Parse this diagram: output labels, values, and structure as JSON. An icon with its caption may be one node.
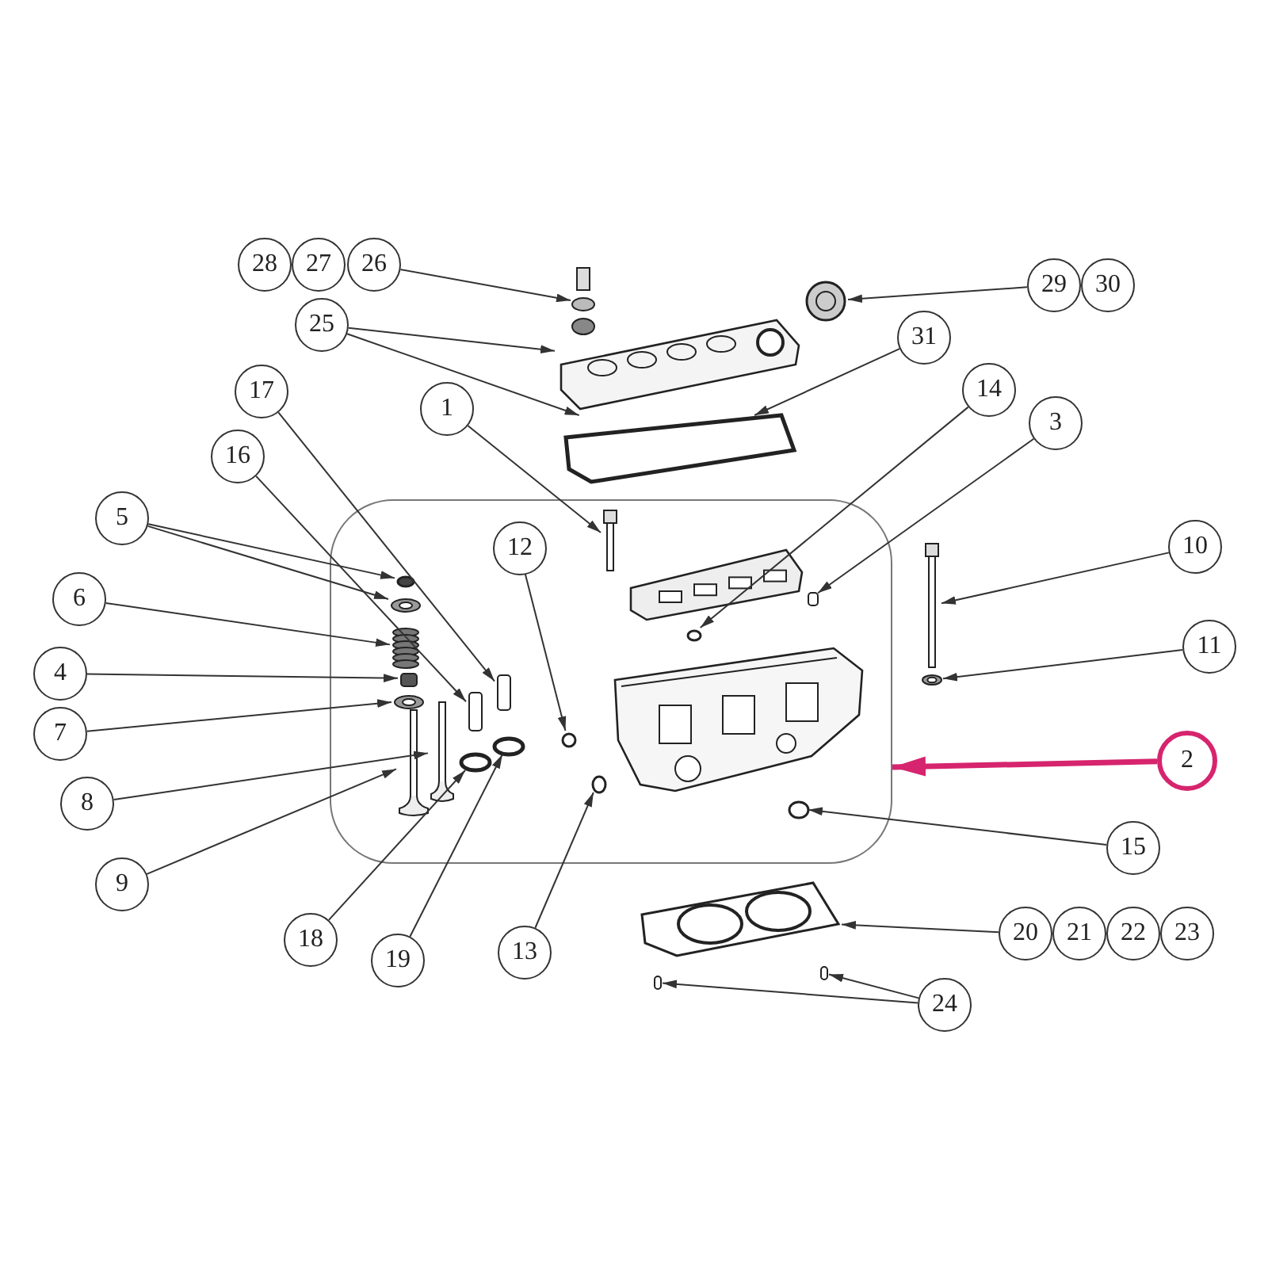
{
  "diagram": {
    "nodes": [
      {
        "text": [
          "28"
        ]
      },
      {
        "text": [
          "27"
        ]
      },
      {
        "text": [
          "26"
        ]
      },
      {
        "text": [
          "29"
        ]
      },
      {
        "text": [
          "30"
        ]
      },
      {
        "text": [
          "25"
        ]
      },
      {
        "text": [
          "31"
        ]
      },
      {
        "text": [
          "17"
        ]
      },
      {
        "text": [
          "14"
        ]
      },
      {
        "text": [
          "1"
        ]
      },
      {
        "text": [
          "3"
        ]
      },
      {
        "text": [
          "16"
        ]
      },
      {
        "text": [
          "5"
        ]
      },
      {
        "text": [
          "10"
        ]
      },
      {
        "text": [
          "12"
        ],
        "in": 31
      },
      {
        "text": [
          "6"
        ]
      },
      {
        "text": [
          "11"
        ]
      },
      {
        "text": [
          "4"
        ]
      },
      {
        "text": [
          "7"
        ]
      },
      {
        "text": [
          "2"
        ]
      },
      {
        "text": [
          "8"
        ]
      },
      {
        "text": [
          "15"
        ]
      },
      {
        "text": [
          "9"
        ]
      },
      {
        "text": [
          "18"
        ]
      },
      {
        "text": [
          "20"
        ]
      },
      {
        "text": [
          "21"
        ]
      },
      {
        "text": [
          "22"
        ]
      },
      {
        "text": [
          "23"
        ]
      },
      {
        "text": [
          "13"
        ]
      },
      {
        "text": [
          "19"
        ]
      },
      {
        "text": [
          "24"
        ]
      },
      {
        "text": [],
        "shape": "box"
      },
      {
        "text": [],
        "shape": "picture"
      },
      {
        "text": [],
        "shape": "picture"
      },
      {
        "text": [],
        "shape": "picture"
      },
      {
        "text": [],
        "shape": "picture"
      },
      {
        "text": [],
        "shape": "picture",
        "in": 31
      },
      {
        "text": [],
        "shape": "circle",
        "in": 31
      },
      {
        "text": [],
        "shape": "box",
        "in": 31
      },
      {
        "text": [],
        "shape": "circle",
        "in": 31
      },
      {
        "text": [],
        "shape": "circle",
        "in": 31
      },
      {
        "text": [],
        "shape": "picture",
        "in": 31
      },
      {
        "text": [],
        "shape": "picture",
        "in": 31
      },
      {
        "text": [],
        "shape": "box",
        "in": 31
      },
      {
        "text": [],
        "shape": "picture",
        "in": 31
      },
      {
        "text": [],
        "shape": "box",
        "in": 31
      },
      {
        "text": [],
        "shape": "box",
        "in": 31
      },
      {
        "text": [],
        "shape": "circle",
        "in": 31
      },
      {
        "text": [],
        "shape": "circle",
        "in": 31
      },
      {
        "text": [],
        "shape": "picture",
        "in": 31
      },
      {
        "text": [],
        "shape": "picture",
        "in": 31
      },
      {
        "text": [],
        "shape": "circle",
        "in": 31
      },
      {
        "text": [],
        "shape": "circle",
        "in": 31
      },
      {
        "text": [],
        "shape": "picture"
      },
      {
        "text": [],
        "shape": "picture"
      },
      {
        "text": [],
        "shape": "picture"
      },
      {
        "text": [],
        "shape": "box"
      },
      {
        "text": [],
        "shape": "box"
      }
    ],
    "edges": [
      {
        "from": 2,
        "to": 32,
        "arrow": "to"
      },
      {
        "from": 3,
        "to": 34,
        "arrow": "to"
      },
      {
        "from": 5,
        "to": 33,
        "arrow": "to"
      },
      {
        "from": 5,
        "to": 35,
        "arrow": "to"
      },
      {
        "from": 6,
        "to": 35,
        "arrow": "to"
      },
      {
        "from": 7,
        "to": 45,
        "arrow": "to"
      },
      {
        "from": 8,
        "to": 37,
        "arrow": "to"
      },
      {
        "from": 9,
        "to": 36,
        "arrow": "to"
      },
      {
        "from": 10,
        "to": 38,
        "arrow": "to"
      },
      {
        "from": 11,
        "to": 46,
        "arrow": "to"
      },
      {
        "from": 12,
        "to": 40,
        "arrow": "to"
      },
      {
        "from": 12,
        "to": 41,
        "arrow": "to"
      },
      {
        "from": 13,
        "to": 53,
        "arrow": "to"
      },
      {
        "from": 14,
        "to": 39,
        "arrow": "to"
      },
      {
        "from": 15,
        "to": 42,
        "arrow": "to"
      },
      {
        "from": 16,
        "to": 54,
        "arrow": "to"
      },
      {
        "from": 17,
        "to": 43,
        "arrow": "to"
      },
      {
        "from": 18,
        "to": 44,
        "arrow": "to"
      },
      {
        "from": 19,
        "to": 31,
        "arrow": "to",
        "style": "thick",
        "color": "#d6246e"
      },
      {
        "from": 20,
        "to": 49,
        "arrow": "to"
      },
      {
        "from": 21,
        "to": 52,
        "arrow": "to"
      },
      {
        "from": 22,
        "to": 50,
        "arrow": "to"
      },
      {
        "from": 23,
        "to": 48,
        "arrow": "to"
      },
      {
        "from": 24,
        "to": 55,
        "arrow": "to"
      },
      {
        "from": 28,
        "to": 51,
        "arrow": "to"
      },
      {
        "from": 29,
        "to": 47,
        "arrow": "to"
      },
      {
        "from": 30,
        "to": 56,
        "arrow": "to"
      },
      {
        "from": 30,
        "to": 57,
        "arrow": "to"
      }
    ]
  }
}
